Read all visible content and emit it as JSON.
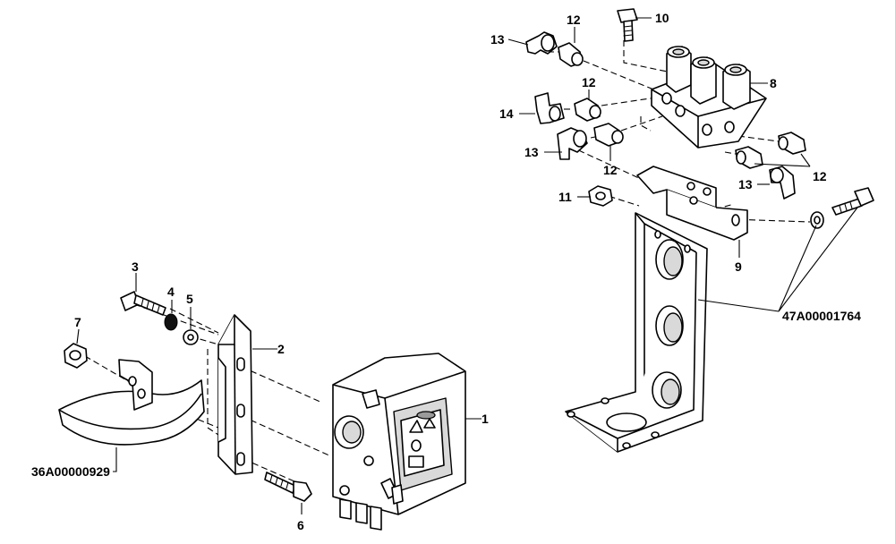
{
  "callouts": {
    "c1": "1",
    "c2": "2",
    "c3": "3",
    "c4": "4",
    "c5": "5",
    "c6": "6",
    "c7": "7",
    "c8": "8",
    "c9": "9",
    "c10": "10",
    "c11": "11",
    "c12a": "12",
    "c12b": "12",
    "c12c": "12",
    "c12d": "12",
    "c13a": "13",
    "c13b": "13",
    "c13c": "13",
    "c14": "14",
    "ref_left": "36A00000929",
    "ref_right": "47A00001764"
  },
  "icons": [
    "bolt-icon",
    "washer-icon",
    "nut-icon",
    "fitting-icon",
    "elbow-fitting-icon",
    "tee-fitting-icon",
    "valve-block-icon",
    "solenoid-valve-icon",
    "bracket-icon",
    "control-box-icon"
  ]
}
